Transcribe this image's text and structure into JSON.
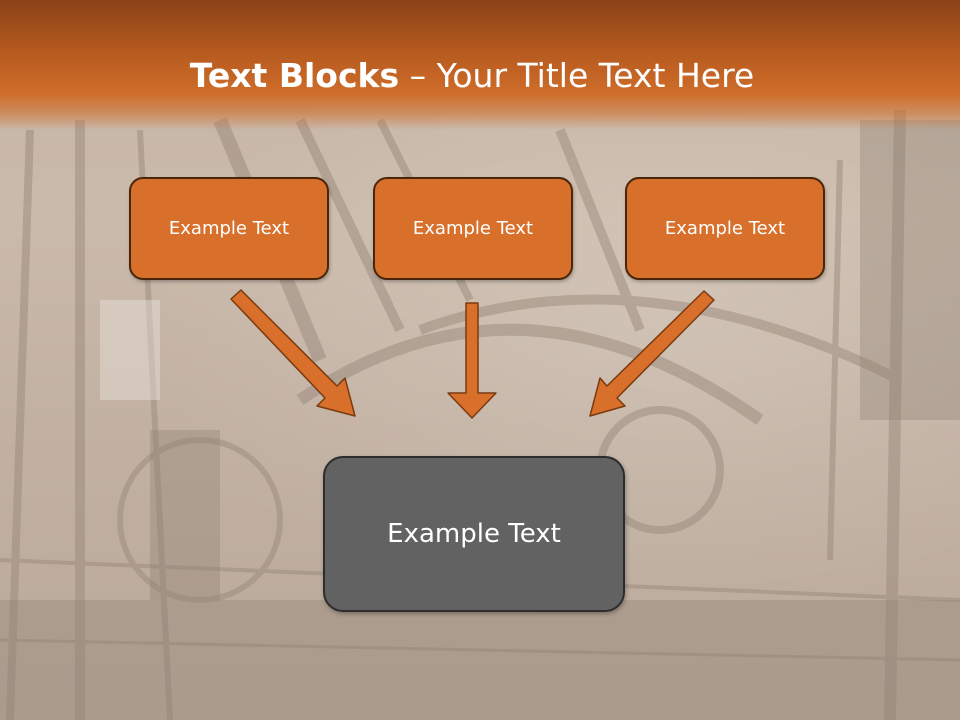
{
  "slide": {
    "title_bold": "Text Blocks",
    "title_rest": " – Your Title Text Here"
  },
  "blocks": [
    {
      "label": "Example Text"
    },
    {
      "label": "Example Text"
    },
    {
      "label": "Example Text"
    }
  ],
  "main_block": {
    "label": "Example Text"
  },
  "colors": {
    "accent": "#d8702b",
    "title_bar": "#b65a1f",
    "main_block": "#626262",
    "outline": "#4a2608"
  }
}
